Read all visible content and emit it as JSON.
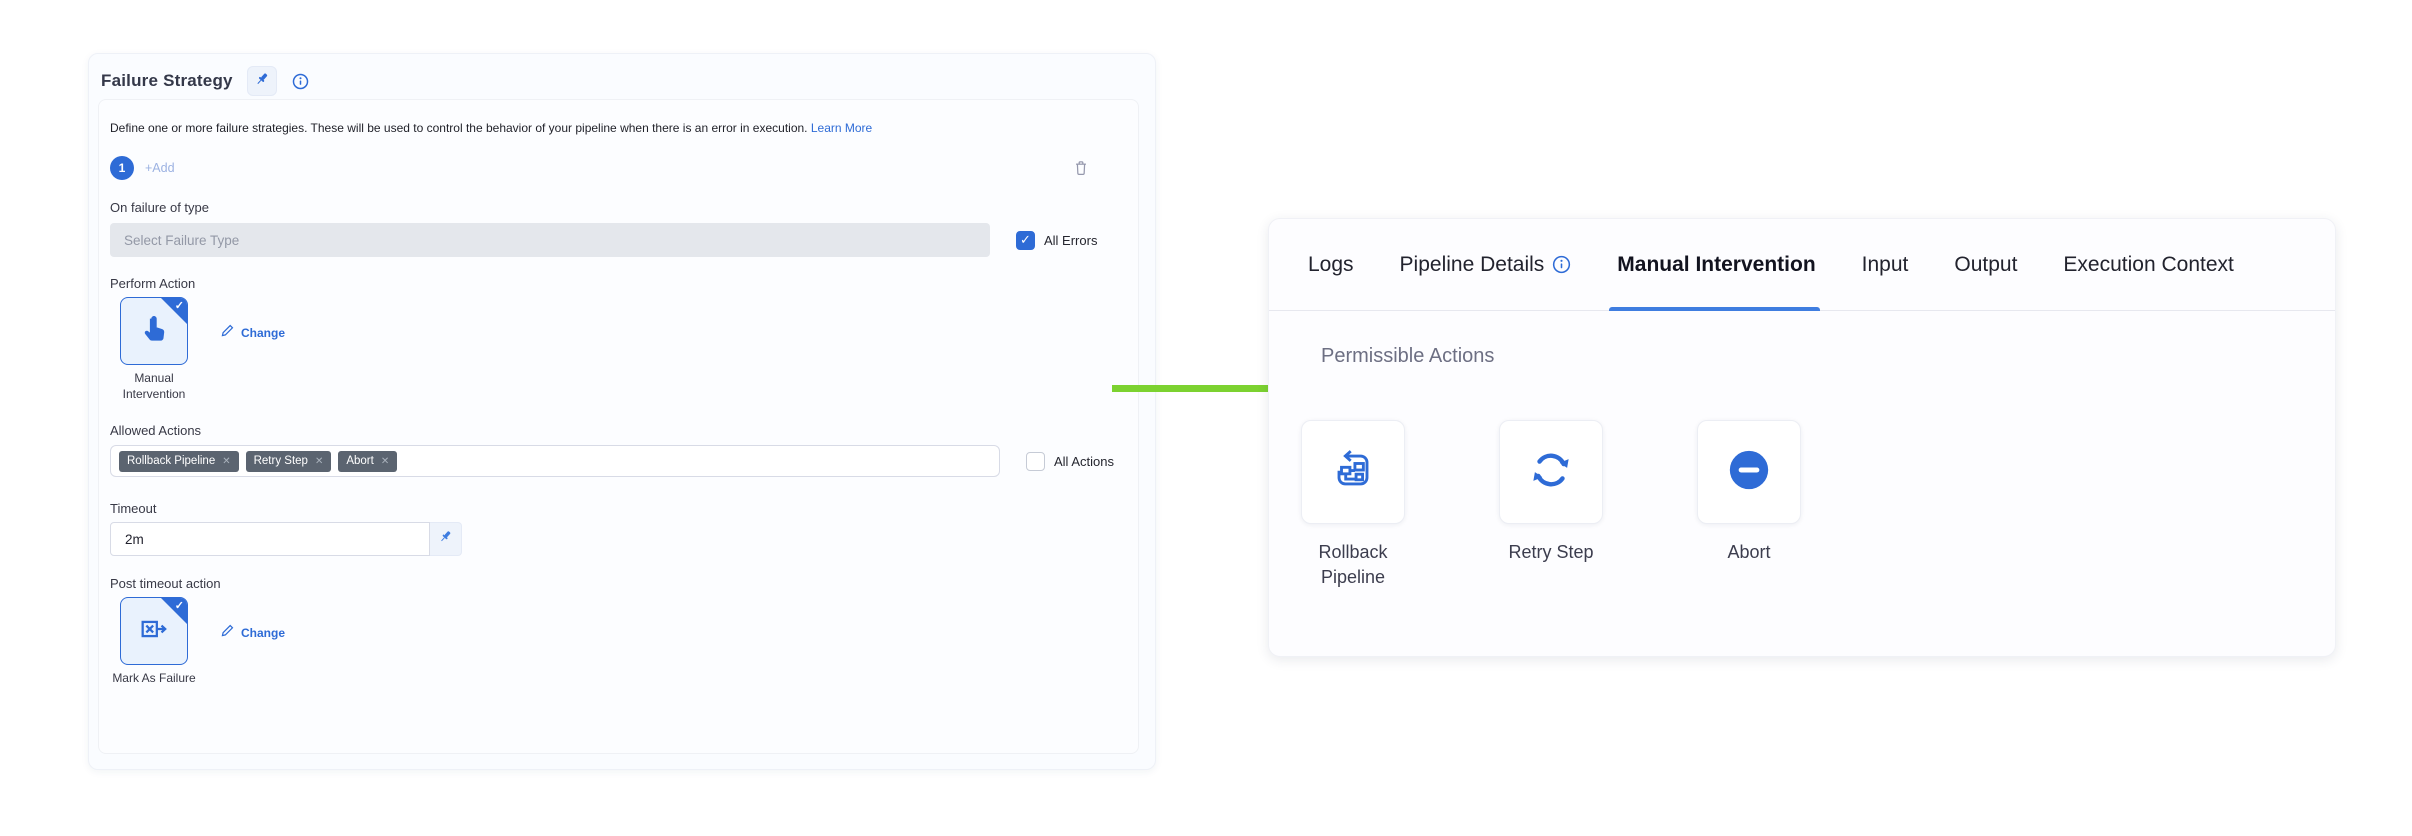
{
  "icons": {
    "check": "✓",
    "tag_remove": "✕"
  },
  "left_panel": {
    "title": "Failure Strategy",
    "description": "Define one or more failure strategies. These will be used to control the behavior of your pipeline when there is an error in execution.",
    "learn_more_label": "Learn More",
    "strategy_badge": "1",
    "add_button_label": "+Add",
    "fields": {
      "on_failure_of_type": {
        "label": "On failure of type",
        "placeholder": "Select Failure Type",
        "all_errors_label": "All Errors",
        "all_errors_checked": true
      },
      "perform_action": {
        "label": "Perform Action",
        "selected": "Manual Intervention",
        "change_label": "Change"
      },
      "allowed_actions": {
        "label": "Allowed Actions",
        "tags": [
          "Rollback Pipeline",
          "Retry Step",
          "Abort"
        ],
        "all_actions_label": "All Actions",
        "all_actions_checked": false
      },
      "timeout": {
        "label": "Timeout",
        "value": "2m"
      },
      "post_timeout_action": {
        "label": "Post timeout action",
        "selected": "Mark As Failure",
        "change_label": "Change"
      }
    }
  },
  "right_panel": {
    "tabs": [
      {
        "label": "Logs",
        "active": false
      },
      {
        "label": "Pipeline Details",
        "active": false,
        "info_icon": true
      },
      {
        "label": "Manual Intervention",
        "active": true
      },
      {
        "label": "Input",
        "active": false
      },
      {
        "label": "Output",
        "active": false
      },
      {
        "label": "Execution Context",
        "active": false
      }
    ],
    "section_heading": "Permissible Actions",
    "actions": [
      {
        "label": "Rollback Pipeline",
        "icon": "rollback-pipeline-icon"
      },
      {
        "label": "Retry Step",
        "icon": "retry-step-icon"
      },
      {
        "label": "Abort",
        "icon": "abort-icon"
      }
    ]
  },
  "colors": {
    "primary_blue": "#2e6bd6",
    "tab_underline": "#3f7de0",
    "arrow_green": "#7cd230",
    "tag_background": "#5b6470",
    "selected_card_background": "#e9f2fd",
    "disabled_input_background": "#e4e7ec"
  }
}
